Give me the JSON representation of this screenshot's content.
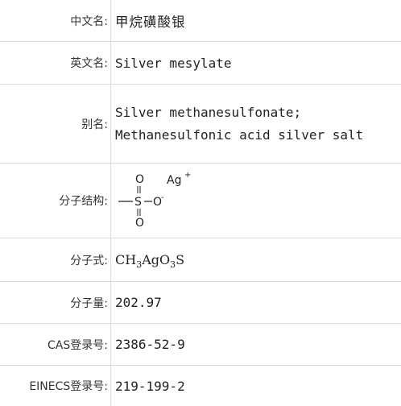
{
  "rows": [
    {
      "label": "中文名:",
      "value": "甲烷磺酸银"
    },
    {
      "label": "英文名:",
      "value": "Silver mesylate"
    },
    {
      "label": "别名:",
      "lines": [
        "Silver methanesulfonate;",
        "Methanesulfonic acid silver salt"
      ]
    },
    {
      "label": "分子结构:",
      "structure": {
        "o_top": "O",
        "s": "S",
        "o_right": "O",
        "charge_neg": "-",
        "ag": "Ag",
        "charge_pos": "+",
        "o_bottom": "O"
      }
    },
    {
      "label": "分子式:",
      "formula": {
        "c": "CH",
        "n3": "3",
        "ag": "AgO",
        "n3b": "3",
        "s": "S"
      }
    },
    {
      "label": "分子量:",
      "value": "202.97"
    },
    {
      "label": "CAS登录号:",
      "value": "2386-52-9"
    },
    {
      "label": "EINECS登录号:",
      "value": "219-199-2"
    }
  ]
}
